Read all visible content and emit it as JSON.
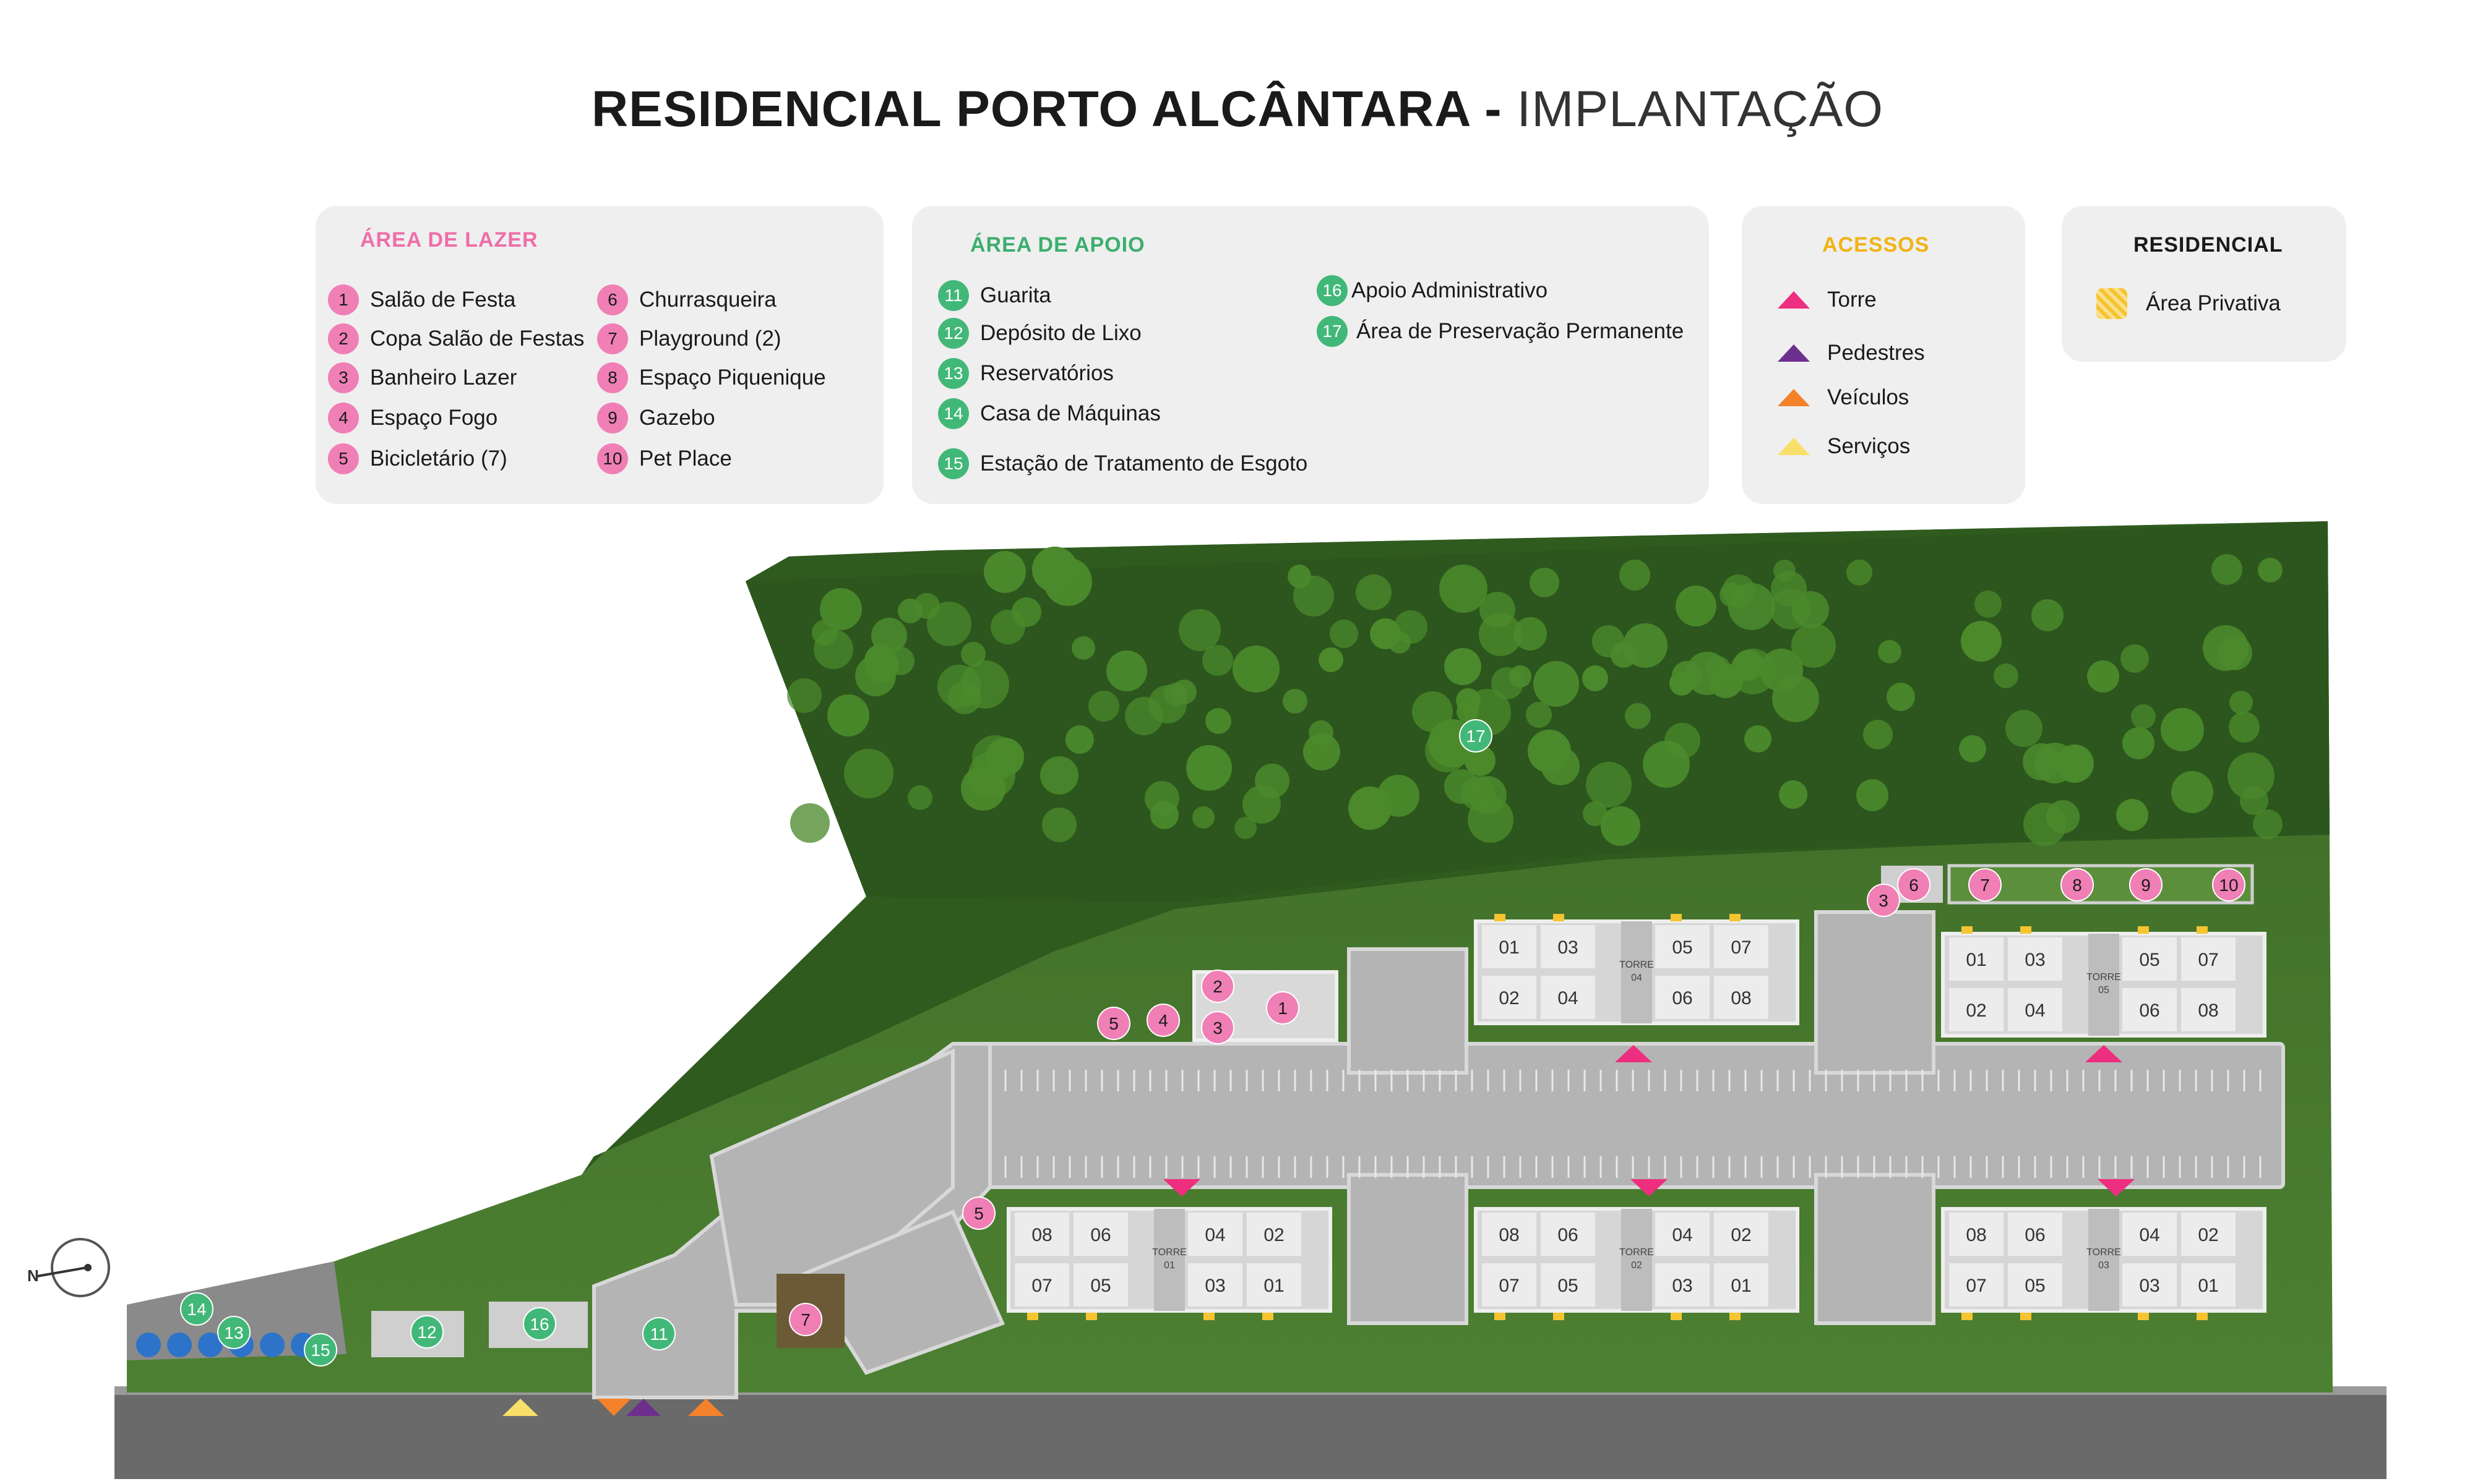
{
  "title": {
    "bold": "RESIDENCIAL PORTO ALCÂNTARA -",
    "light": "IMPLANTAÇÃO"
  },
  "legend": {
    "lazer": {
      "heading": "ÁREA DE LAZER",
      "heading_color": "#ee6fa8",
      "items": [
        {
          "num": "1",
          "label": "Salão de Festa"
        },
        {
          "num": "2",
          "label": "Copa Salão de Festas"
        },
        {
          "num": "3",
          "label": "Banheiro Lazer"
        },
        {
          "num": "4",
          "label": "Espaço Fogo"
        },
        {
          "num": "5",
          "label": "Bicicletário (7)"
        },
        {
          "num": "6",
          "label": "Churrasqueira"
        },
        {
          "num": "7",
          "label": "Playground (2)"
        },
        {
          "num": "8",
          "label": "Espaço Piquenique"
        },
        {
          "num": "9",
          "label": "Gazebo"
        },
        {
          "num": "10",
          "label": "Pet Place"
        }
      ]
    },
    "apoio": {
      "heading": "ÁREA DE APOIO",
      "heading_color": "#3cae6e",
      "items": [
        {
          "num": "11",
          "label": "Guarita"
        },
        {
          "num": "12",
          "label": "Depósito de Lixo"
        },
        {
          "num": "13",
          "label": "Reservatórios"
        },
        {
          "num": "14",
          "label": "Casa de Máquinas"
        },
        {
          "num": "15",
          "label": "Estação de Tratamento de Esgoto"
        },
        {
          "num": "16",
          "label": "Apoio Administrativo"
        },
        {
          "num": "17",
          "label": "Área de Preservação Permanente"
        }
      ]
    },
    "acessos": {
      "heading": "ACESSOS",
      "heading_color": "#f2b316",
      "items": [
        {
          "label": "Torre",
          "color": "#ee2e7e"
        },
        {
          "label": "Pedestres",
          "color": "#6d2f8e"
        },
        {
          "label": "Veículos",
          "color": "#f4822a"
        },
        {
          "label": "Serviços",
          "color": "#f8df6a"
        }
      ]
    },
    "residencial": {
      "heading": "RESIDENCIAL",
      "item": "Área Privativa",
      "color": "#f6c330"
    }
  },
  "map": {
    "north_label": "N",
    "tower_word": "TORRE",
    "towers": [
      {
        "num": "01",
        "units_top": [
          "08",
          "06",
          "04",
          "02"
        ],
        "units_bottom": [
          "07",
          "05",
          "03",
          "01"
        ]
      },
      {
        "num": "02",
        "units_top": [
          "08",
          "06",
          "04",
          "02"
        ],
        "units_bottom": [
          "07",
          "05",
          "03",
          "01"
        ]
      },
      {
        "num": "03",
        "units_top": [
          "08",
          "06",
          "04",
          "02"
        ],
        "units_bottom": [
          "07",
          "05",
          "03",
          "01"
        ]
      },
      {
        "num": "04",
        "units_top": [
          "01",
          "03",
          "05",
          "07"
        ],
        "units_bottom": [
          "02",
          "04",
          "06",
          "08"
        ]
      },
      {
        "num": "05",
        "units_top": [
          "01",
          "03",
          "05",
          "07"
        ],
        "units_bottom": [
          "02",
          "04",
          "06",
          "08"
        ]
      }
    ],
    "markers": [
      "1",
      "2",
      "3",
      "3",
      "4",
      "5",
      "5",
      "6",
      "7",
      "7",
      "8",
      "9",
      "10",
      "11",
      "12",
      "13",
      "14",
      "15",
      "16",
      "17"
    ]
  }
}
